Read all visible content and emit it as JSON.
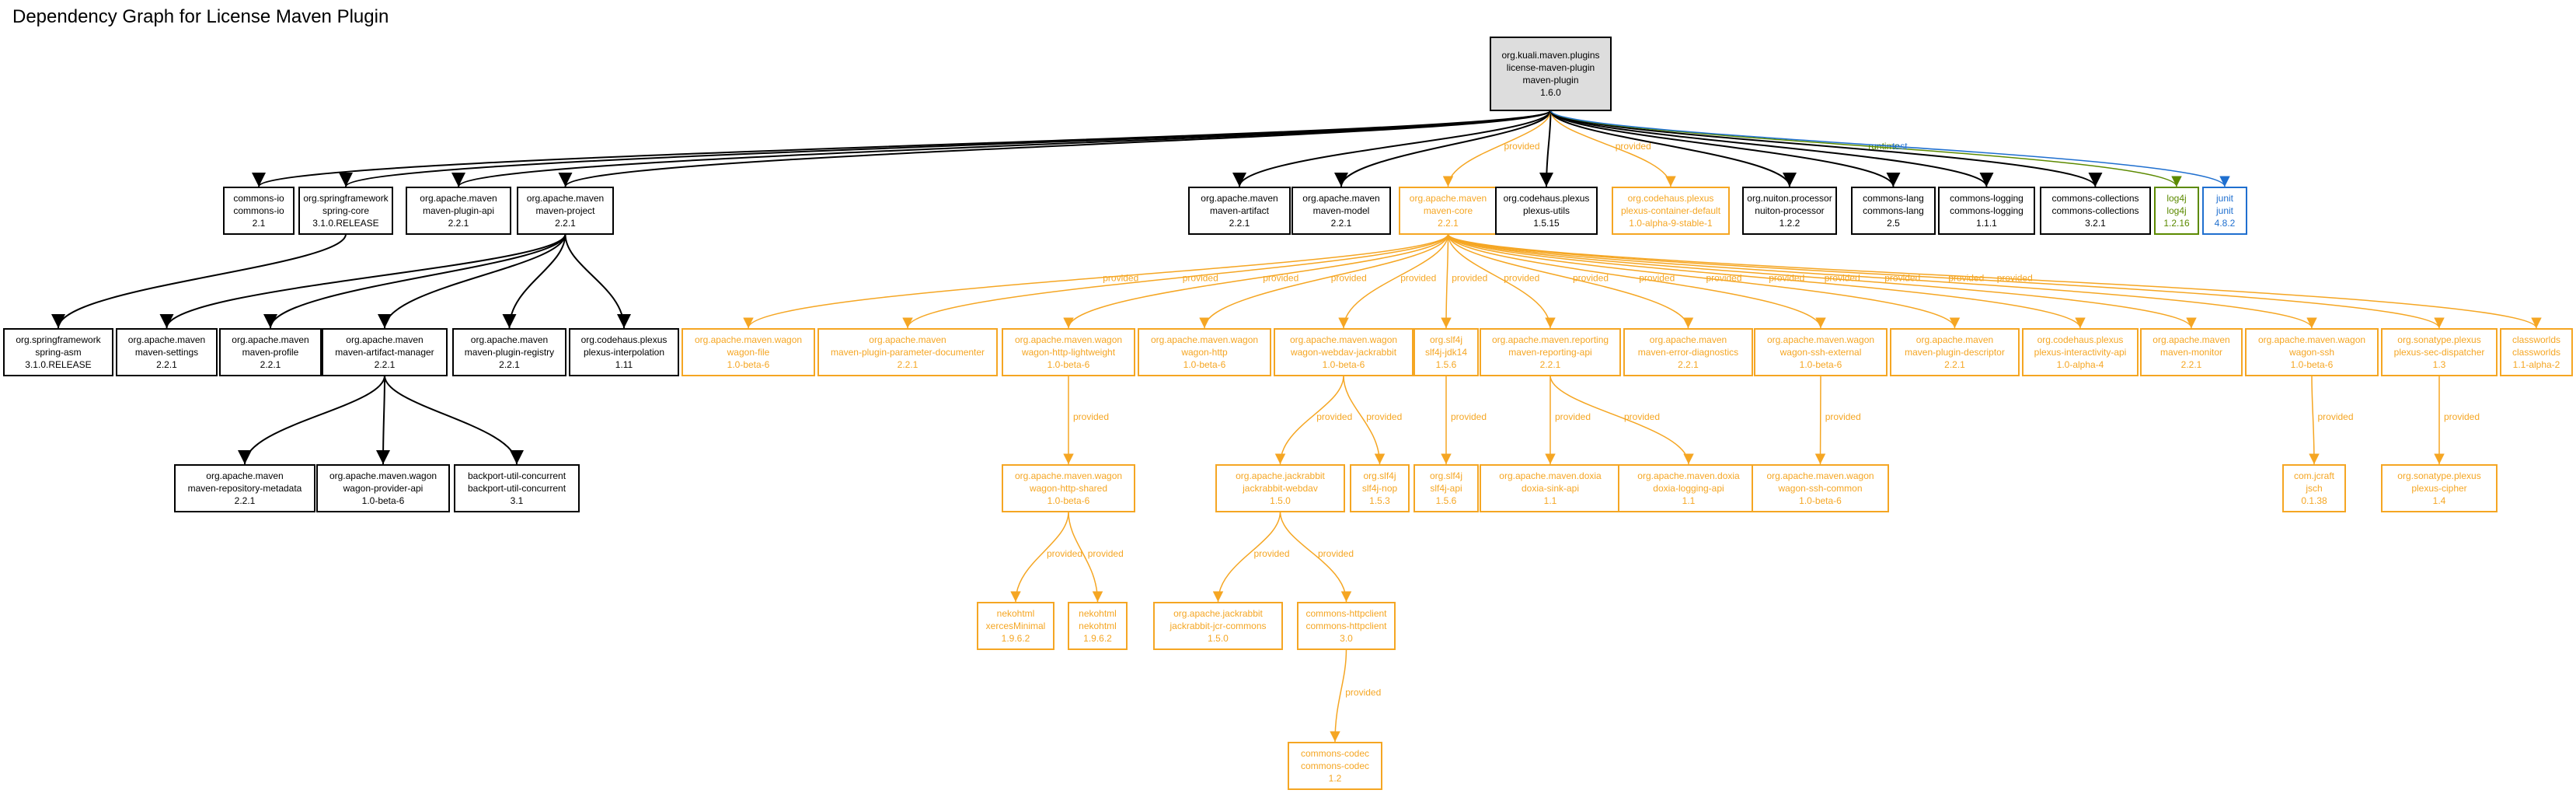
{
  "title": "Dependency Graph for License Maven Plugin",
  "colors": {
    "compile": "#000000",
    "provided": "#f5a623",
    "runtime": "#5c8a00",
    "test": "#1f6fcf",
    "root_fill": "#dddddd"
  },
  "nodes": [
    {
      "id": "root",
      "lines": [
        "org.kuali.maven.plugins",
        "license-maven-plugin",
        "maven-plugin",
        "1.6.0"
      ],
      "scope": "root"
    },
    {
      "id": "commons-io",
      "lines": [
        "commons-io",
        "commons-io",
        "2.1"
      ],
      "scope": "compile"
    },
    {
      "id": "spring-core",
      "lines": [
        "org.springframework",
        "spring-core",
        "3.1.0.RELEASE"
      ],
      "scope": "compile"
    },
    {
      "id": "maven-plugin-api",
      "lines": [
        "org.apache.maven",
        "maven-plugin-api",
        "2.2.1"
      ],
      "scope": "compile"
    },
    {
      "id": "maven-project",
      "lines": [
        "org.apache.maven",
        "maven-project",
        "2.2.1"
      ],
      "scope": "compile"
    },
    {
      "id": "maven-artifact",
      "lines": [
        "org.apache.maven",
        "maven-artifact",
        "2.2.1"
      ],
      "scope": "compile"
    },
    {
      "id": "maven-model",
      "lines": [
        "org.apache.maven",
        "maven-model",
        "2.2.1"
      ],
      "scope": "compile"
    },
    {
      "id": "maven-core",
      "lines": [
        "org.apache.maven",
        "maven-core",
        "2.2.1"
      ],
      "scope": "provided"
    },
    {
      "id": "plexus-utils",
      "lines": [
        "org.codehaus.plexus",
        "plexus-utils",
        "1.5.15"
      ],
      "scope": "compile"
    },
    {
      "id": "plexus-container-default",
      "lines": [
        "org.codehaus.plexus",
        "plexus-container-default",
        "1.0-alpha-9-stable-1"
      ],
      "scope": "provided"
    },
    {
      "id": "nuiton-processor",
      "lines": [
        "org.nuiton.processor",
        "nuiton-processor",
        "1.2.2"
      ],
      "scope": "compile"
    },
    {
      "id": "commons-lang",
      "lines": [
        "commons-lang",
        "commons-lang",
        "2.5"
      ],
      "scope": "compile"
    },
    {
      "id": "commons-logging",
      "lines": [
        "commons-logging",
        "commons-logging",
        "1.1.1"
      ],
      "scope": "compile"
    },
    {
      "id": "commons-collections",
      "lines": [
        "commons-collections",
        "commons-collections",
        "3.2.1"
      ],
      "scope": "compile"
    },
    {
      "id": "log4j",
      "lines": [
        "log4j",
        "log4j",
        "1.2.16"
      ],
      "scope": "runtime"
    },
    {
      "id": "junit",
      "lines": [
        "junit",
        "junit",
        "4.8.2"
      ],
      "scope": "test"
    },
    {
      "id": "spring-asm",
      "lines": [
        "org.springframework",
        "spring-asm",
        "3.1.0.RELEASE"
      ],
      "scope": "compile"
    },
    {
      "id": "maven-settings",
      "lines": [
        "org.apache.maven",
        "maven-settings",
        "2.2.1"
      ],
      "scope": "compile"
    },
    {
      "id": "maven-profile",
      "lines": [
        "org.apache.maven",
        "maven-profile",
        "2.2.1"
      ],
      "scope": "compile"
    },
    {
      "id": "maven-artifact-manager",
      "lines": [
        "org.apache.maven",
        "maven-artifact-manager",
        "2.2.1"
      ],
      "scope": "compile"
    },
    {
      "id": "maven-plugin-registry",
      "lines": [
        "org.apache.maven",
        "maven-plugin-registry",
        "2.2.1"
      ],
      "scope": "compile"
    },
    {
      "id": "plexus-interpolation",
      "lines": [
        "org.codehaus.plexus",
        "plexus-interpolation",
        "1.11"
      ],
      "scope": "compile"
    },
    {
      "id": "maven-repository-metadata",
      "lines": [
        "org.apache.maven",
        "maven-repository-metadata",
        "2.2.1"
      ],
      "scope": "compile"
    },
    {
      "id": "wagon-provider-api",
      "lines": [
        "org.apache.maven.wagon",
        "wagon-provider-api",
        "1.0-beta-6"
      ],
      "scope": "compile"
    },
    {
      "id": "backport-util-concurrent",
      "lines": [
        "backport-util-concurrent",
        "backport-util-concurrent",
        "3.1"
      ],
      "scope": "compile"
    },
    {
      "id": "wagon-file",
      "lines": [
        "org.apache.maven.wagon",
        "wagon-file",
        "1.0-beta-6"
      ],
      "scope": "provided"
    },
    {
      "id": "maven-plugin-parameter-documenter",
      "lines": [
        "org.apache.maven",
        "maven-plugin-parameter-documenter",
        "2.2.1"
      ],
      "scope": "provided"
    },
    {
      "id": "wagon-http-lightweight",
      "lines": [
        "org.apache.maven.wagon",
        "wagon-http-lightweight",
        "1.0-beta-6"
      ],
      "scope": "provided"
    },
    {
      "id": "wagon-http",
      "lines": [
        "org.apache.maven.wagon",
        "wagon-http",
        "1.0-beta-6"
      ],
      "scope": "provided"
    },
    {
      "id": "wagon-webdav-jackrabbit",
      "lines": [
        "org.apache.maven.wagon",
        "wagon-webdav-jackrabbit",
        "1.0-beta-6"
      ],
      "scope": "provided"
    },
    {
      "id": "slf4j-jdk14",
      "lines": [
        "org.slf4j",
        "slf4j-jdk14",
        "1.5.6"
      ],
      "scope": "provided"
    },
    {
      "id": "maven-reporting-api",
      "lines": [
        "org.apache.maven.reporting",
        "maven-reporting-api",
        "2.2.1"
      ],
      "scope": "provided"
    },
    {
      "id": "maven-error-diagnostics",
      "lines": [
        "org.apache.maven",
        "maven-error-diagnostics",
        "2.2.1"
      ],
      "scope": "provided"
    },
    {
      "id": "wagon-ssh-external",
      "lines": [
        "org.apache.maven.wagon",
        "wagon-ssh-external",
        "1.0-beta-6"
      ],
      "scope": "provided"
    },
    {
      "id": "maven-plugin-descriptor",
      "lines": [
        "org.apache.maven",
        "maven-plugin-descriptor",
        "2.2.1"
      ],
      "scope": "provided"
    },
    {
      "id": "plexus-interactivity-api",
      "lines": [
        "org.codehaus.plexus",
        "plexus-interactivity-api",
        "1.0-alpha-4"
      ],
      "scope": "provided"
    },
    {
      "id": "maven-monitor",
      "lines": [
        "org.apache.maven",
        "maven-monitor",
        "2.2.1"
      ],
      "scope": "provided"
    },
    {
      "id": "wagon-ssh",
      "lines": [
        "org.apache.maven.wagon",
        "wagon-ssh",
        "1.0-beta-6"
      ],
      "scope": "provided"
    },
    {
      "id": "plexus-sec-dispatcher",
      "lines": [
        "org.sonatype.plexus",
        "plexus-sec-dispatcher",
        "1.3"
      ],
      "scope": "provided"
    },
    {
      "id": "classworlds",
      "lines": [
        "classworlds",
        "classworlds",
        "1.1-alpha-2"
      ],
      "scope": "provided"
    },
    {
      "id": "wagon-http-shared",
      "lines": [
        "org.apache.maven.wagon",
        "wagon-http-shared",
        "1.0-beta-6"
      ],
      "scope": "provided"
    },
    {
      "id": "jackrabbit-webdav",
      "lines": [
        "org.apache.jackrabbit",
        "jackrabbit-webdav",
        "1.5.0"
      ],
      "scope": "provided"
    },
    {
      "id": "slf4j-nop",
      "lines": [
        "org.slf4j",
        "slf4j-nop",
        "1.5.3"
      ],
      "scope": "provided"
    },
    {
      "id": "slf4j-api",
      "lines": [
        "org.slf4j",
        "slf4j-api",
        "1.5.6"
      ],
      "scope": "provided"
    },
    {
      "id": "doxia-sink-api",
      "lines": [
        "org.apache.maven.doxia",
        "doxia-sink-api",
        "1.1"
      ],
      "scope": "provided"
    },
    {
      "id": "doxia-logging-api",
      "lines": [
        "org.apache.maven.doxia",
        "doxia-logging-api",
        "1.1"
      ],
      "scope": "provided"
    },
    {
      "id": "wagon-ssh-common",
      "lines": [
        "org.apache.maven.wagon",
        "wagon-ssh-common",
        "1.0-beta-6"
      ],
      "scope": "provided"
    },
    {
      "id": "jsch",
      "lines": [
        "com.jcraft",
        "jsch",
        "0.1.38"
      ],
      "scope": "provided"
    },
    {
      "id": "plexus-cipher",
      "lines": [
        "org.sonatype.plexus",
        "plexus-cipher",
        "1.4"
      ],
      "scope": "provided"
    },
    {
      "id": "xercesMinimal",
      "lines": [
        "nekohtml",
        "xercesMinimal",
        "1.9.6.2"
      ],
      "scope": "provided"
    },
    {
      "id": "nekohtml",
      "lines": [
        "nekohtml",
        "nekohtml",
        "1.9.6.2"
      ],
      "scope": "provided"
    },
    {
      "id": "jackrabbit-jcr-commons",
      "lines": [
        "org.apache.jackrabbit",
        "jackrabbit-jcr-commons",
        "1.5.0"
      ],
      "scope": "provided"
    },
    {
      "id": "commons-httpclient",
      "lines": [
        "commons-httpclient",
        "commons-httpclient",
        "3.0"
      ],
      "scope": "provided"
    },
    {
      "id": "commons-codec",
      "lines": [
        "commons-codec",
        "commons-codec",
        "1.2"
      ],
      "scope": "provided"
    }
  ],
  "edges": [
    {
      "from": "root",
      "to": "commons-io",
      "scope": "compile",
      "label": ""
    },
    {
      "from": "root",
      "to": "spring-core",
      "scope": "compile",
      "label": ""
    },
    {
      "from": "root",
      "to": "maven-plugin-api",
      "scope": "compile",
      "label": ""
    },
    {
      "from": "root",
      "to": "maven-project",
      "scope": "compile",
      "label": ""
    },
    {
      "from": "root",
      "to": "maven-artifact",
      "scope": "compile",
      "label": ""
    },
    {
      "from": "root",
      "to": "maven-model",
      "scope": "compile",
      "label": ""
    },
    {
      "from": "root",
      "to": "maven-core",
      "scope": "provided",
      "label": "provided"
    },
    {
      "from": "root",
      "to": "plexus-utils",
      "scope": "compile",
      "label": ""
    },
    {
      "from": "root",
      "to": "plexus-container-default",
      "scope": "provided",
      "label": "provided"
    },
    {
      "from": "root",
      "to": "nuiton-processor",
      "scope": "compile",
      "label": ""
    },
    {
      "from": "root",
      "to": "commons-lang",
      "scope": "compile",
      "label": ""
    },
    {
      "from": "root",
      "to": "commons-logging",
      "scope": "compile",
      "label": ""
    },
    {
      "from": "root",
      "to": "commons-collections",
      "scope": "compile",
      "label": ""
    },
    {
      "from": "root",
      "to": "log4j",
      "scope": "runtime",
      "label": "runtime"
    },
    {
      "from": "root",
      "to": "junit",
      "scope": "test",
      "label": "test"
    },
    {
      "from": "spring-core",
      "to": "spring-asm",
      "scope": "compile",
      "label": ""
    },
    {
      "from": "maven-project",
      "to": "maven-settings",
      "scope": "compile",
      "label": ""
    },
    {
      "from": "maven-project",
      "to": "maven-profile",
      "scope": "compile",
      "label": ""
    },
    {
      "from": "maven-project",
      "to": "maven-artifact-manager",
      "scope": "compile",
      "label": ""
    },
    {
      "from": "maven-project",
      "to": "maven-plugin-registry",
      "scope": "compile",
      "label": ""
    },
    {
      "from": "maven-project",
      "to": "plexus-interpolation",
      "scope": "compile",
      "label": ""
    },
    {
      "from": "maven-artifact-manager",
      "to": "maven-repository-metadata",
      "scope": "compile",
      "label": ""
    },
    {
      "from": "maven-artifact-manager",
      "to": "wagon-provider-api",
      "scope": "compile",
      "label": ""
    },
    {
      "from": "maven-artifact-manager",
      "to": "backport-util-concurrent",
      "scope": "compile",
      "label": ""
    },
    {
      "from": "maven-core",
      "to": "wagon-file",
      "scope": "provided",
      "label": "provided"
    },
    {
      "from": "maven-core",
      "to": "maven-plugin-parameter-documenter",
      "scope": "provided",
      "label": "provided"
    },
    {
      "from": "maven-core",
      "to": "wagon-http-lightweight",
      "scope": "provided",
      "label": "provided"
    },
    {
      "from": "maven-core",
      "to": "wagon-http",
      "scope": "provided",
      "label": "provided"
    },
    {
      "from": "maven-core",
      "to": "wagon-webdav-jackrabbit",
      "scope": "provided",
      "label": "provided"
    },
    {
      "from": "maven-core",
      "to": "slf4j-jdk14",
      "scope": "provided",
      "label": "provided"
    },
    {
      "from": "maven-core",
      "to": "maven-reporting-api",
      "scope": "provided",
      "label": "provided"
    },
    {
      "from": "maven-core",
      "to": "maven-error-diagnostics",
      "scope": "provided",
      "label": "provided"
    },
    {
      "from": "maven-core",
      "to": "wagon-ssh-external",
      "scope": "provided",
      "label": "provided"
    },
    {
      "from": "maven-core",
      "to": "maven-plugin-descriptor",
      "scope": "provided",
      "label": "provided"
    },
    {
      "from": "maven-core",
      "to": "plexus-interactivity-api",
      "scope": "provided",
      "label": "provided"
    },
    {
      "from": "maven-core",
      "to": "maven-monitor",
      "scope": "provided",
      "label": "provided"
    },
    {
      "from": "maven-core",
      "to": "wagon-ssh",
      "scope": "provided",
      "label": "provided"
    },
    {
      "from": "maven-core",
      "to": "plexus-sec-dispatcher",
      "scope": "provided",
      "label": "provided"
    },
    {
      "from": "maven-core",
      "to": "classworlds",
      "scope": "provided",
      "label": "provided"
    },
    {
      "from": "wagon-http-lightweight",
      "to": "wagon-http-shared",
      "scope": "provided",
      "label": "provided"
    },
    {
      "from": "wagon-webdav-jackrabbit",
      "to": "jackrabbit-webdav",
      "scope": "provided",
      "label": "provided"
    },
    {
      "from": "wagon-webdav-jackrabbit",
      "to": "slf4j-nop",
      "scope": "provided",
      "label": "provided"
    },
    {
      "from": "slf4j-jdk14",
      "to": "slf4j-api",
      "scope": "provided",
      "label": "provided"
    },
    {
      "from": "maven-reporting-api",
      "to": "doxia-sink-api",
      "scope": "provided",
      "label": "provided"
    },
    {
      "from": "maven-reporting-api",
      "to": "doxia-logging-api",
      "scope": "provided",
      "label": "provided"
    },
    {
      "from": "wagon-ssh-external",
      "to": "wagon-ssh-common",
      "scope": "provided",
      "label": "provided"
    },
    {
      "from": "wagon-ssh",
      "to": "jsch",
      "scope": "provided",
      "label": "provided"
    },
    {
      "from": "plexus-sec-dispatcher",
      "to": "plexus-cipher",
      "scope": "provided",
      "label": "provided"
    },
    {
      "from": "wagon-http-shared",
      "to": "xercesMinimal",
      "scope": "provided",
      "label": "provided"
    },
    {
      "from": "wagon-http-shared",
      "to": "nekohtml",
      "scope": "provided",
      "label": "provided"
    },
    {
      "from": "jackrabbit-webdav",
      "to": "jackrabbit-jcr-commons",
      "scope": "provided",
      "label": "provided"
    },
    {
      "from": "jackrabbit-webdav",
      "to": "commons-httpclient",
      "scope": "provided",
      "label": "provided"
    },
    {
      "from": "commons-httpclient",
      "to": "commons-codec",
      "scope": "provided",
      "label": "provided"
    }
  ]
}
